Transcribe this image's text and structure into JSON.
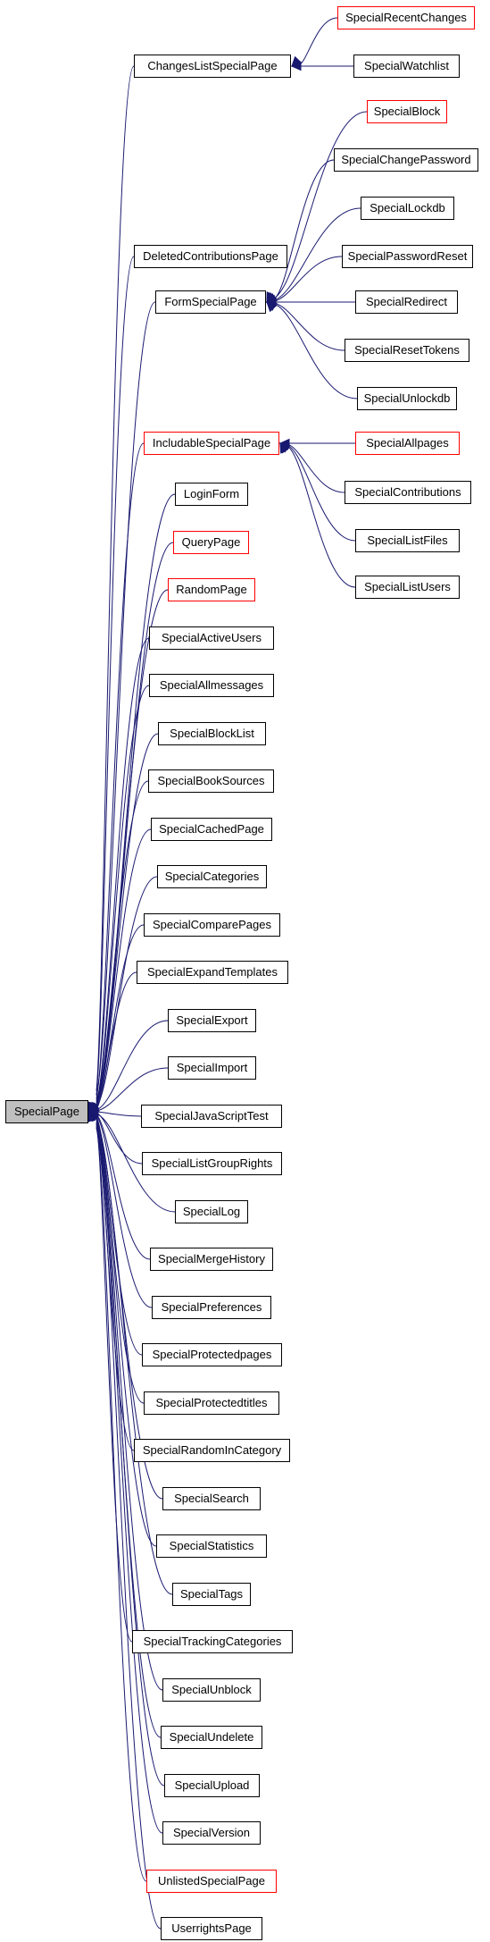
{
  "diagram": {
    "edge_color": "#191970",
    "root": {
      "label": "SpecialPage",
      "fill": "#bfbfbf"
    },
    "nodes": [
      {
        "id": "ChangesListSpecialPage",
        "label": "ChangesListSpecialPage",
        "border": "black",
        "parent": "root"
      },
      {
        "id": "SpecialRecentChanges",
        "label": "SpecialRecentChanges",
        "border": "red",
        "parent": "ChangesListSpecialPage"
      },
      {
        "id": "SpecialWatchlist",
        "label": "SpecialWatchlist",
        "border": "black",
        "parent": "ChangesListSpecialPage"
      },
      {
        "id": "DeletedContributionsPage",
        "label": "DeletedContributionsPage",
        "border": "black",
        "parent": "root"
      },
      {
        "id": "FormSpecialPage",
        "label": "FormSpecialPage",
        "border": "black",
        "parent": "root"
      },
      {
        "id": "SpecialBlock",
        "label": "SpecialBlock",
        "border": "red",
        "parent": "FormSpecialPage"
      },
      {
        "id": "SpecialChangePassword",
        "label": "SpecialChangePassword",
        "border": "black",
        "parent": "FormSpecialPage"
      },
      {
        "id": "SpecialLockdb",
        "label": "SpecialLockdb",
        "border": "black",
        "parent": "FormSpecialPage"
      },
      {
        "id": "SpecialPasswordReset",
        "label": "SpecialPasswordReset",
        "border": "black",
        "parent": "FormSpecialPage"
      },
      {
        "id": "SpecialRedirect",
        "label": "SpecialRedirect",
        "border": "black",
        "parent": "FormSpecialPage"
      },
      {
        "id": "SpecialResetTokens",
        "label": "SpecialResetTokens",
        "border": "black",
        "parent": "FormSpecialPage"
      },
      {
        "id": "SpecialUnlockdb",
        "label": "SpecialUnlockdb",
        "border": "black",
        "parent": "FormSpecialPage"
      },
      {
        "id": "IncludableSpecialPage",
        "label": "IncludableSpecialPage",
        "border": "red",
        "parent": "root"
      },
      {
        "id": "SpecialAllpages",
        "label": "SpecialAllpages",
        "border": "red",
        "parent": "IncludableSpecialPage"
      },
      {
        "id": "SpecialContributions",
        "label": "SpecialContributions",
        "border": "black",
        "parent": "IncludableSpecialPage"
      },
      {
        "id": "SpecialListFiles",
        "label": "SpecialListFiles",
        "border": "black",
        "parent": "IncludableSpecialPage"
      },
      {
        "id": "SpecialListUsers",
        "label": "SpecialListUsers",
        "border": "black",
        "parent": "IncludableSpecialPage"
      },
      {
        "id": "LoginForm",
        "label": "LoginForm",
        "border": "black",
        "parent": "root"
      },
      {
        "id": "QueryPage",
        "label": "QueryPage",
        "border": "red",
        "parent": "root"
      },
      {
        "id": "RandomPage",
        "label": "RandomPage",
        "border": "red",
        "parent": "root"
      },
      {
        "id": "SpecialActiveUsers",
        "label": "SpecialActiveUsers",
        "border": "black",
        "parent": "root"
      },
      {
        "id": "SpecialAllmessages",
        "label": "SpecialAllmessages",
        "border": "black",
        "parent": "root"
      },
      {
        "id": "SpecialBlockList",
        "label": "SpecialBlockList",
        "border": "black",
        "parent": "root"
      },
      {
        "id": "SpecialBookSources",
        "label": "SpecialBookSources",
        "border": "black",
        "parent": "root"
      },
      {
        "id": "SpecialCachedPage",
        "label": "SpecialCachedPage",
        "border": "black",
        "parent": "root"
      },
      {
        "id": "SpecialCategories",
        "label": "SpecialCategories",
        "border": "black",
        "parent": "root"
      },
      {
        "id": "SpecialComparePages",
        "label": "SpecialComparePages",
        "border": "black",
        "parent": "root"
      },
      {
        "id": "SpecialExpandTemplates",
        "label": "SpecialExpandTemplates",
        "border": "black",
        "parent": "root"
      },
      {
        "id": "SpecialExport",
        "label": "SpecialExport",
        "border": "black",
        "parent": "root"
      },
      {
        "id": "SpecialImport",
        "label": "SpecialImport",
        "border": "black",
        "parent": "root"
      },
      {
        "id": "SpecialJavaScriptTest",
        "label": "SpecialJavaScriptTest",
        "border": "black",
        "parent": "root"
      },
      {
        "id": "SpecialListGroupRights",
        "label": "SpecialListGroupRights",
        "border": "black",
        "parent": "root"
      },
      {
        "id": "SpecialLog",
        "label": "SpecialLog",
        "border": "black",
        "parent": "root"
      },
      {
        "id": "SpecialMergeHistory",
        "label": "SpecialMergeHistory",
        "border": "black",
        "parent": "root"
      },
      {
        "id": "SpecialPreferences",
        "label": "SpecialPreferences",
        "border": "black",
        "parent": "root"
      },
      {
        "id": "SpecialProtectedpages",
        "label": "SpecialProtectedpages",
        "border": "black",
        "parent": "root"
      },
      {
        "id": "SpecialProtectedtitles",
        "label": "SpecialProtectedtitles",
        "border": "black",
        "parent": "root"
      },
      {
        "id": "SpecialRandomInCategory",
        "label": "SpecialRandomInCategory",
        "border": "black",
        "parent": "root"
      },
      {
        "id": "SpecialSearch",
        "label": "SpecialSearch",
        "border": "black",
        "parent": "root"
      },
      {
        "id": "SpecialStatistics",
        "label": "SpecialStatistics",
        "border": "black",
        "parent": "root"
      },
      {
        "id": "SpecialTags",
        "label": "SpecialTags",
        "border": "black",
        "parent": "root"
      },
      {
        "id": "SpecialTrackingCategories",
        "label": "SpecialTrackingCategories",
        "border": "black",
        "parent": "root"
      },
      {
        "id": "SpecialUnblock",
        "label": "SpecialUnblock",
        "border": "black",
        "parent": "root"
      },
      {
        "id": "SpecialUndelete",
        "label": "SpecialUndelete",
        "border": "black",
        "parent": "root"
      },
      {
        "id": "SpecialUpload",
        "label": "SpecialUpload",
        "border": "black",
        "parent": "root"
      },
      {
        "id": "SpecialVersion",
        "label": "SpecialVersion",
        "border": "black",
        "parent": "root"
      },
      {
        "id": "UnlistedSpecialPage",
        "label": "UnlistedSpecialPage",
        "border": "red",
        "parent": "root"
      },
      {
        "id": "UserrightsPage",
        "label": "UserrightsPage",
        "border": "black",
        "parent": "root"
      }
    ]
  }
}
